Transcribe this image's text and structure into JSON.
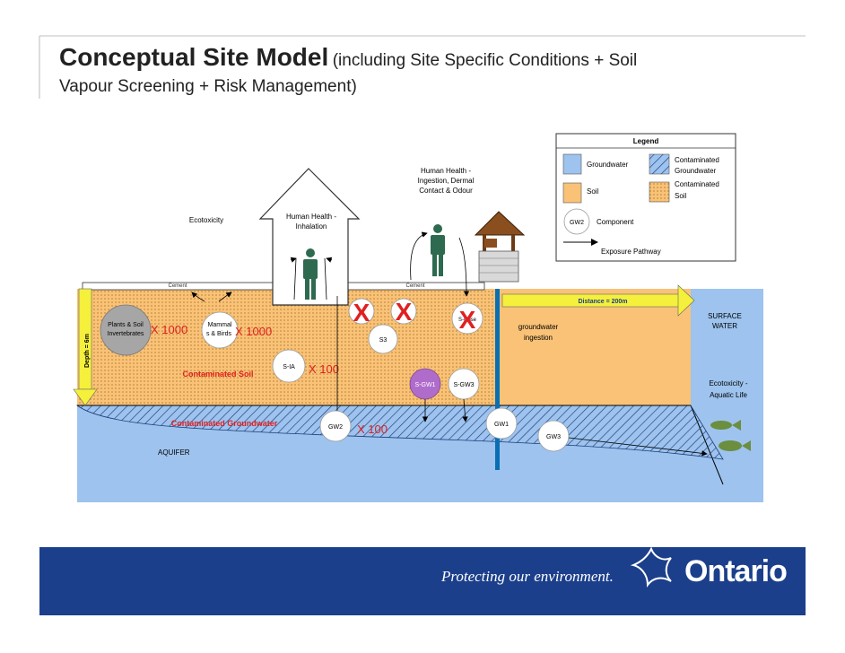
{
  "title": {
    "main": "Conceptual Site Model",
    "sub": "(including Site Specific Conditions + Soil",
    "sub2": "Vapour Screening + Risk Management)"
  },
  "legend": {
    "title": "Legend",
    "groundwater": "Groundwater",
    "contaminated_groundwater_1": "Contaminated",
    "contaminated_groundwater_2": "Groundwater",
    "soil": "Soil",
    "contaminated_soil_1": "Contaminated",
    "contaminated_soil_2": "Soil",
    "component_badge": "GW2",
    "component": "Component",
    "pathway": "Exposure Pathway"
  },
  "labels": {
    "ecotoxicity": "Ecotoxicity",
    "human_health_inhalation_1": "Human Health -",
    "human_health_inhalation_2": "Inhalation",
    "human_health_ingestion_1": "Human Health -",
    "human_health_ingestion_2": "Ingestion, Dermal",
    "human_health_ingestion_3": "Contact & Odour",
    "cement_left": "Cement",
    "cement_right": "Cement",
    "distance": "Distance = 200m",
    "surface_water_1": "SURFACE",
    "surface_water_2": "WATER",
    "depth": "Depth = 6m",
    "groundwater_ingestion_1": "groundwater",
    "groundwater_ingestion_2": "ingestion",
    "contaminated_soil": "Contaminated Soil",
    "contaminated_groundwater": "Contaminated Groundwater",
    "aquifer": "AQUIFER",
    "ecotoxicity_aquatic_1": "Ecotoxicity -",
    "ecotoxicity_aquatic_2": "Aquatic Life"
  },
  "components": {
    "plants": "Plants & Soil",
    "plants_2": "Invertebrates",
    "mammals": "Mammal",
    "mammals_2": "s & Birds",
    "sia": "S-IA",
    "s3": "S3",
    "snose": "S-Nose",
    "sgw1": "S-GW1",
    "sgw3": "S-GW3",
    "gw2": "GW2",
    "gw1": "GW1",
    "gw3": "GW3"
  },
  "factors": {
    "plants": "X 1000",
    "mammals": "X 1000",
    "sia": "X 100",
    "gw2": "X 100"
  },
  "crossed_mark": "X",
  "footer": {
    "tagline": "Protecting our environment.",
    "brand": "Ontario"
  },
  "colors": {
    "groundwater": "#9dc3ee",
    "soil": "#f9c276",
    "footer": "#1b3f8b",
    "red": "#e02020",
    "arrow": "#f4f03c",
    "purple": "#b06ccb"
  }
}
